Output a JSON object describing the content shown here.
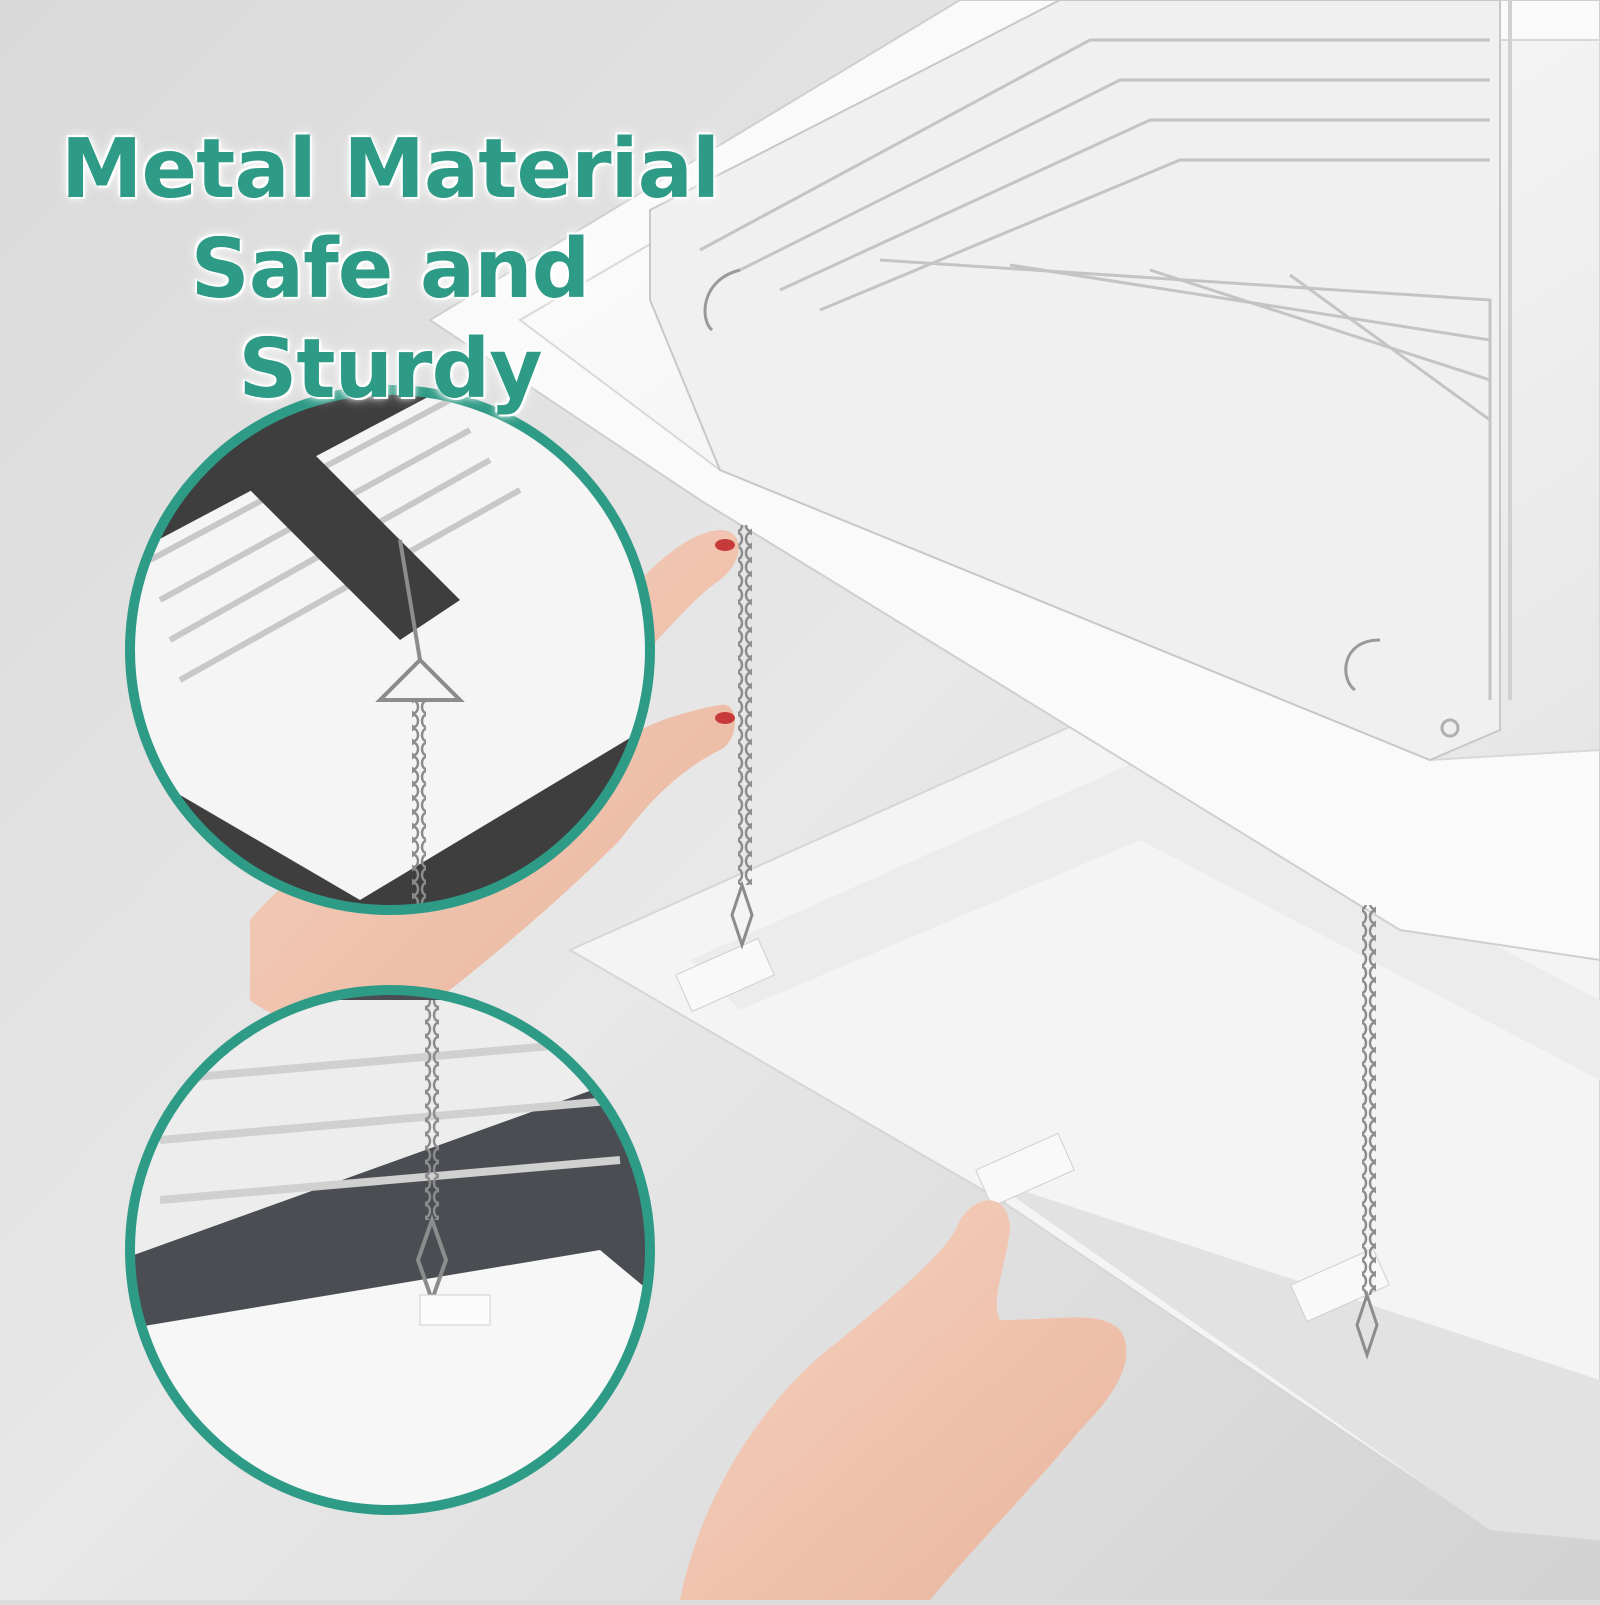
{
  "headline": {
    "line1": "Metal Material",
    "line2": "Safe and Sturdy"
  },
  "colors": {
    "accent": "#2e9b86",
    "background": "#dcdcdc",
    "diffuser_white": "#f7f7f7",
    "ceiling_dark": "#3e3e3e",
    "chain_steel": "#9a9a9a",
    "skin": "#f2c9b5"
  },
  "icons": [
    "zoom-circle-clip",
    "zoom-circle-hook",
    "chain",
    "hand"
  ]
}
